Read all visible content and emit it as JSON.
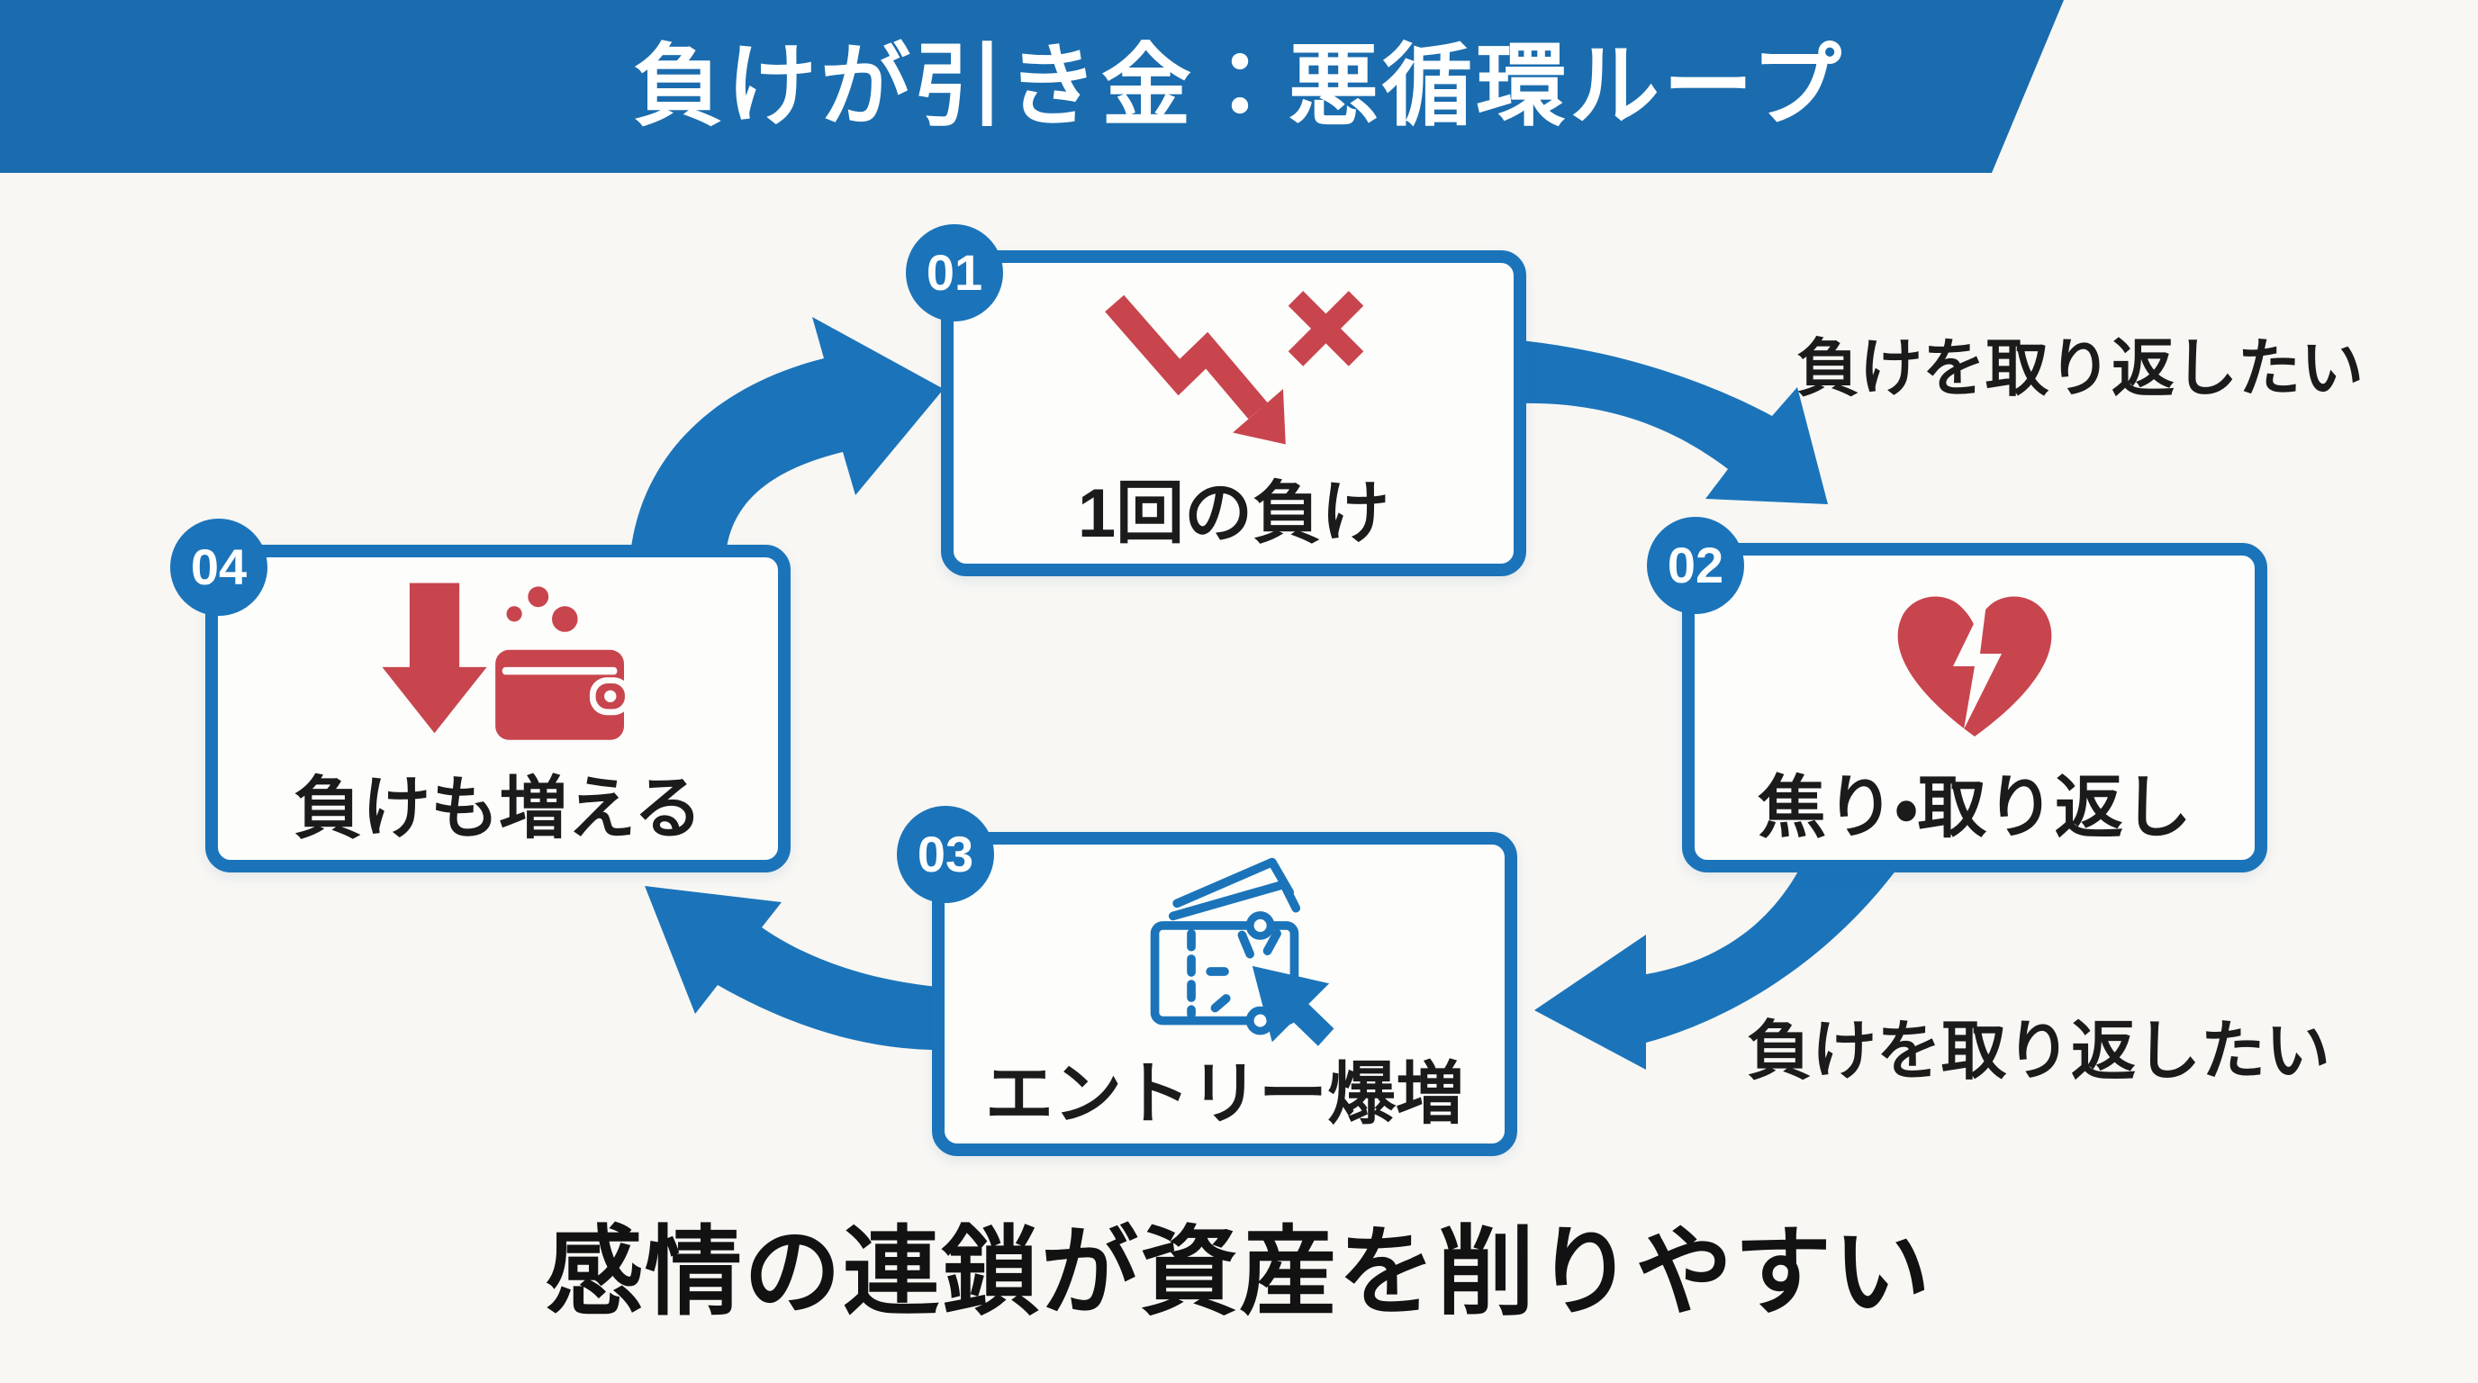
{
  "banner": {
    "title": "負けが引き金：悪循環ループ"
  },
  "steps": [
    {
      "number": "01",
      "label": "1回の負け",
      "icon": "falling-chart-arrow"
    },
    {
      "number": "02",
      "label": "焦り・取り返し",
      "icon": "broken-heart"
    },
    {
      "number": "03",
      "label": "エントリー爆増",
      "icon": "ticket-click"
    },
    {
      "number": "04",
      "label": "負けも増える",
      "icon": "down-arrow-wallet"
    }
  ],
  "annotations": {
    "top_right": "負けを取り返したい",
    "bottom_right": "負けを取り返したい"
  },
  "footer": {
    "tagline": "感情の連鎖が資産を削りやすい"
  },
  "colors": {
    "banner_blue": "#1a6cae",
    "accent_blue": "#1b74ba",
    "icon_red": "#c8454e",
    "text_black": "#1b1b1b",
    "background": "#f8f7f4",
    "box_fill": "#fdfdfb"
  }
}
